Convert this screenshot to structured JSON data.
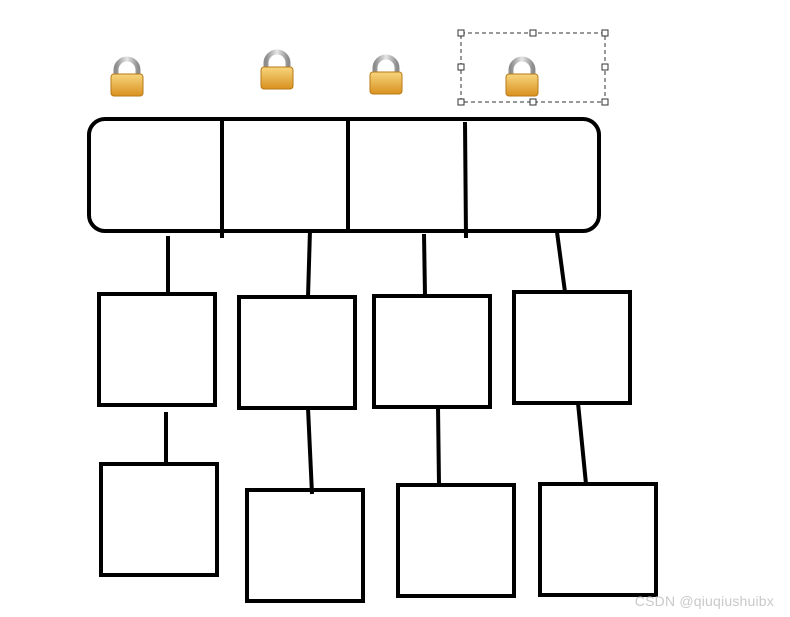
{
  "diagram": {
    "colors": {
      "stroke": "#000000",
      "background": "#ffffff",
      "lock_body_top": "#f7d57e",
      "lock_body_bottom": "#d9911f",
      "lock_shackle": "#9a9a9a",
      "selection": "#333333"
    },
    "header_segments": 4,
    "columns": 4,
    "rows_per_column": 2,
    "locks": [
      {
        "icon": "lock-icon",
        "selected": false
      },
      {
        "icon": "lock-icon",
        "selected": false
      },
      {
        "icon": "lock-icon",
        "selected": false
      },
      {
        "icon": "lock-icon",
        "selected": true
      }
    ]
  },
  "watermark": {
    "text": "CSDN @qiuqiushuibx"
  }
}
